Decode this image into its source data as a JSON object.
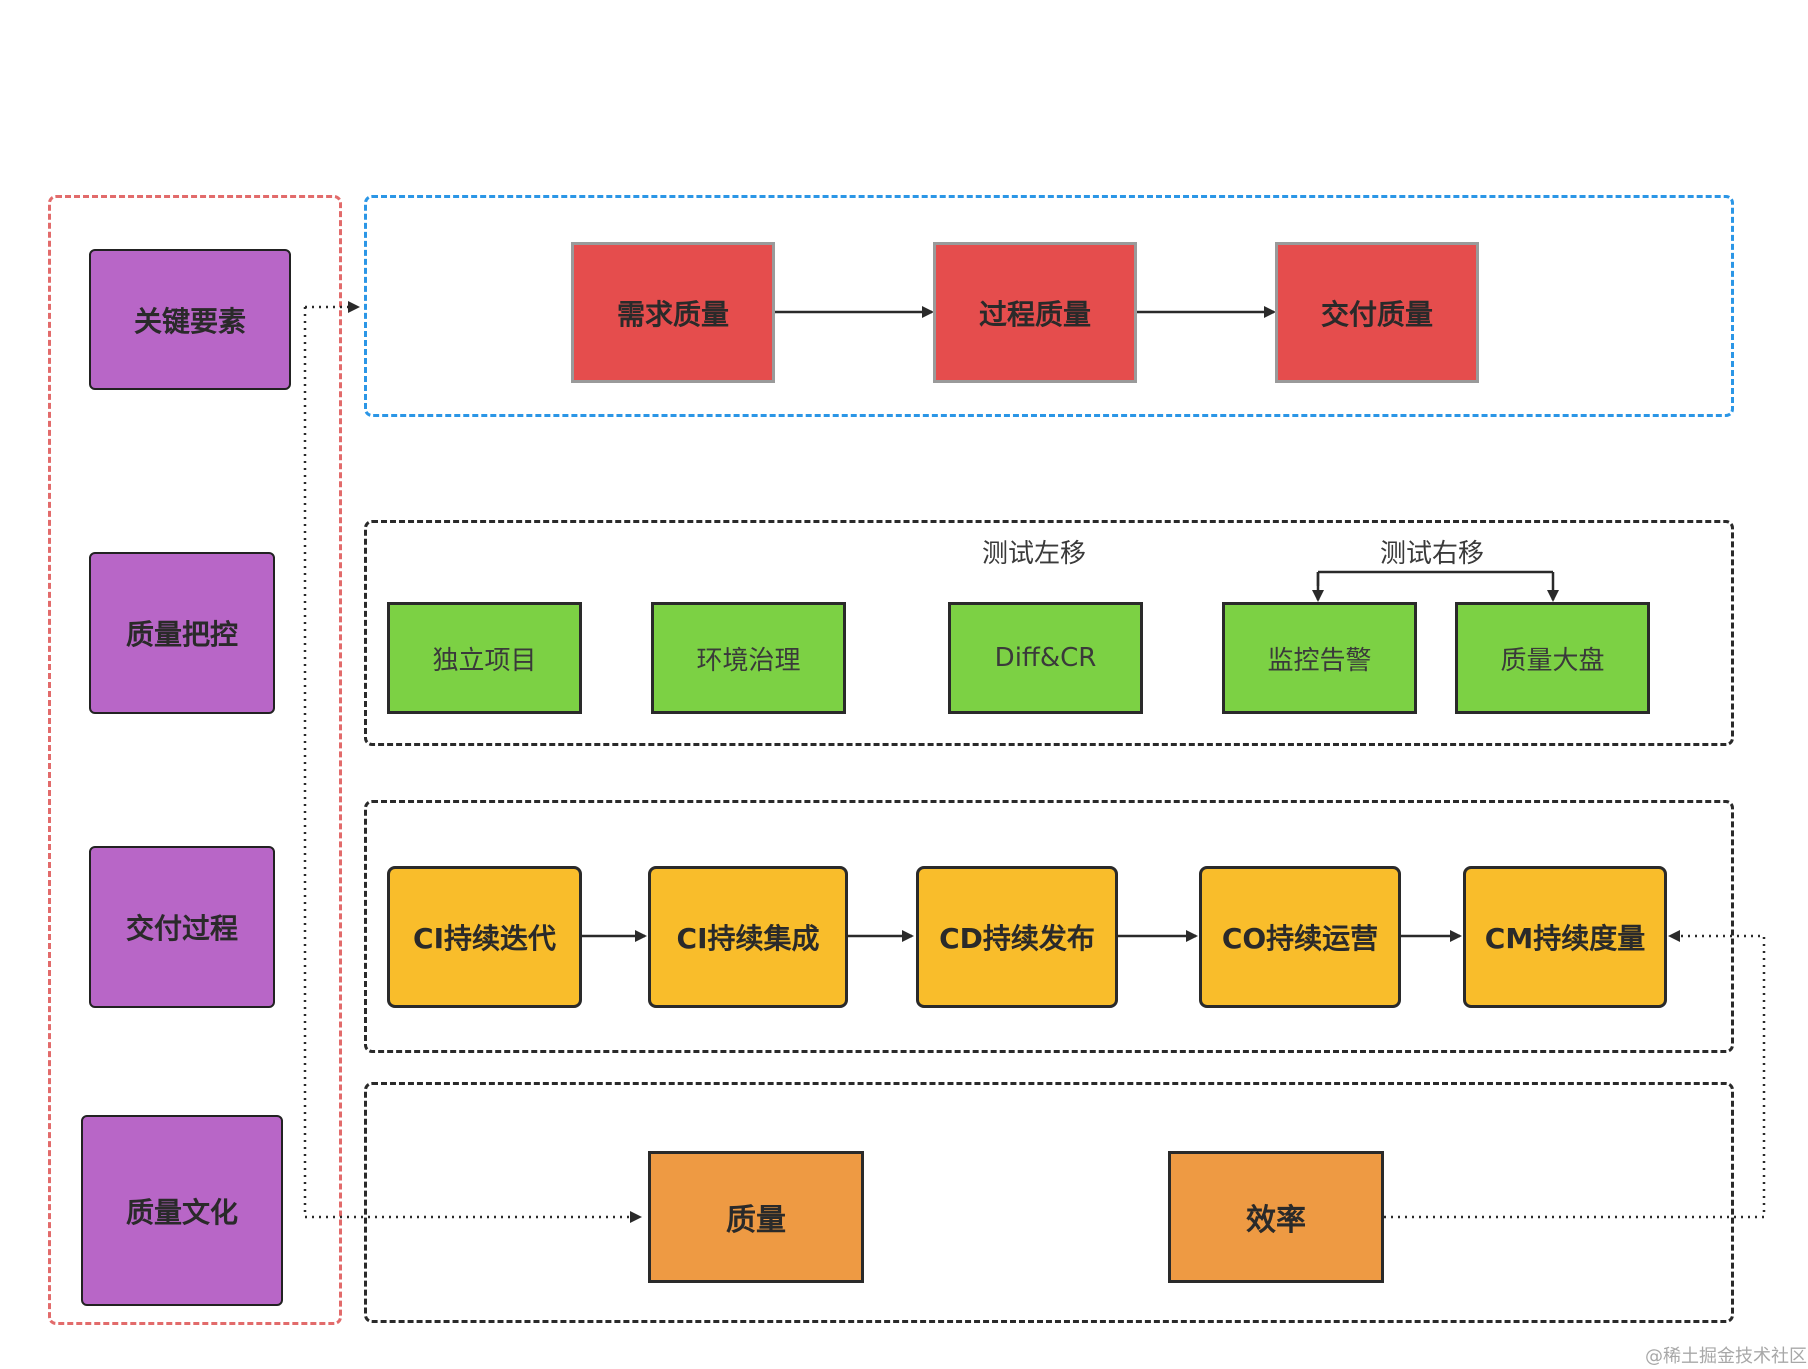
{
  "left_column": {
    "items": [
      "关键要素",
      "质量把控",
      "交付过程",
      "质量文化"
    ]
  },
  "key_elements": {
    "items": [
      "需求质量",
      "过程质量",
      "交付质量"
    ]
  },
  "quality_control": {
    "shift_left_label": "测试左移",
    "shift_right_label": "测试右移",
    "items": [
      "独立项目",
      "环境治理",
      "Diff&CR",
      "监控告警",
      "质量大盘"
    ]
  },
  "delivery_process": {
    "items": [
      "CI持续迭代",
      "CI持续集成",
      "CD持续发布",
      "CO持续运营",
      "CM持续度量"
    ]
  },
  "quality_culture": {
    "items": [
      "质量",
      "效率"
    ]
  },
  "colors": {
    "purple": "#b866c7",
    "red": "#e54d4d",
    "green": "#7cd144",
    "yellow": "#f9bd2b",
    "orange": "#ee9a43",
    "frame_red": "#e26b6b",
    "frame_blue": "#2b96e6",
    "frame_dark": "#2a2a2a"
  },
  "watermark": "@稀土掘金技术社区"
}
